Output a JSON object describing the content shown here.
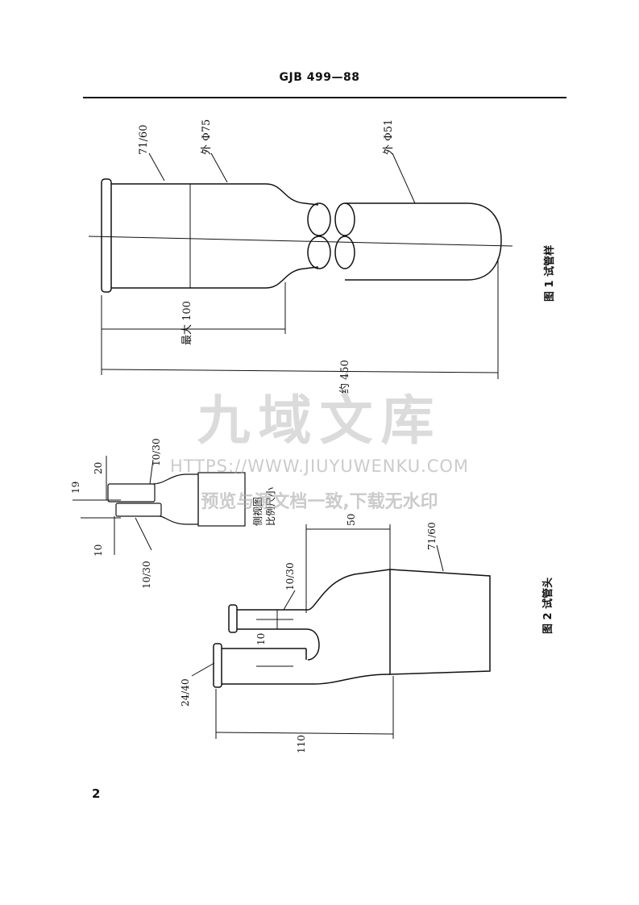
{
  "header": {
    "standard_code": "GJB 499—88"
  },
  "figure1": {
    "caption": "图 1  试管样",
    "labels": {
      "joint": "71/60",
      "outer_diameter_large": "外 Φ75",
      "outer_diameter_small": "外 Φ51",
      "max_length": "最大 100",
      "total_length": "约 450"
    }
  },
  "figure2": {
    "caption": "图 2  试管头",
    "side_view": {
      "labels": {
        "dim_19": "19",
        "dim_20": "20",
        "dim_10": "10",
        "joint_top": "10/30",
        "joint_bottom": "10/30",
        "view_note": "侧视图",
        "scale_note": "比例尺小"
      }
    },
    "main_view": {
      "labels": {
        "dim_50": "50",
        "joint_large": "71/60",
        "joint_upper": "10/30",
        "dim_10": "10",
        "joint_lower": "24/40",
        "dim_110": "110"
      }
    }
  },
  "page": {
    "number": "2"
  },
  "watermark": {
    "title": "九域文库",
    "url": "HTTPS://WWW.JIUYUWENKU.COM",
    "note": "预览与源文档一致,下载无水印"
  }
}
